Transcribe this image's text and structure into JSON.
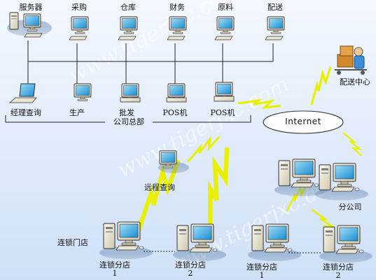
{
  "hq_top_nodes": [
    "服务器",
    "采购",
    "仓库",
    "财务",
    "原料",
    "配送"
  ],
  "hq_bottom_nodes": [
    "经理查询",
    "生产",
    "批发",
    "POS机",
    "POS机"
  ],
  "hq_group_label": "公司总部",
  "internet_label": "Internet",
  "distribution_center": "配送中心",
  "remote_query": "远程查询",
  "branch_company": "分公司",
  "chain_store_label": "连锁门店",
  "chain_branches": [
    {
      "name": "连锁分店",
      "num": "1"
    },
    {
      "name": "连锁分店",
      "num": "2"
    },
    {
      "name": "连锁分店",
      "num": "1"
    },
    {
      "name": "连锁分店",
      "num": "2"
    }
  ],
  "watermark": "www.tigerjxc.com",
  "colors": {
    "link_line": "#222222",
    "lightning": "#e8f000",
    "cloud_fill": "#ffffff",
    "accent_cyan": "#1ab3d8"
  }
}
